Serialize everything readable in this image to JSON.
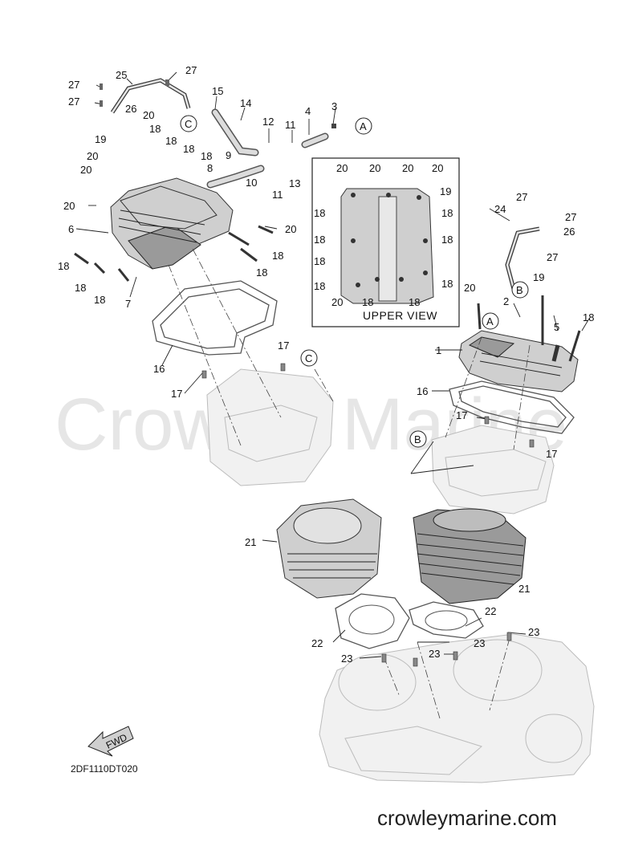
{
  "diagram": {
    "code": "2DF1110DT020",
    "website": "crowleymarine.com",
    "watermark": "Crowley Marine",
    "upper_view_label": "UPPER VIEW",
    "fwd_label": "FWD",
    "circle_labels": {
      "a": "A",
      "b": "B",
      "c": "C"
    },
    "callouts": {
      "c1": "1",
      "c2": "2",
      "c3": "3",
      "c4": "4",
      "c5": "5",
      "c6": "6",
      "c7": "7",
      "c8": "8",
      "c9": "9",
      "c10": "10",
      "c11": "11",
      "c12": "12",
      "c13": "13",
      "c14": "14",
      "c15": "15",
      "c16": "16",
      "c17": "17",
      "c18": "18",
      "c19": "19",
      "c20": "20",
      "c21": "21",
      "c22": "22",
      "c23": "23",
      "c24": "24",
      "c25": "25",
      "c26": "26",
      "c27": "27"
    }
  }
}
